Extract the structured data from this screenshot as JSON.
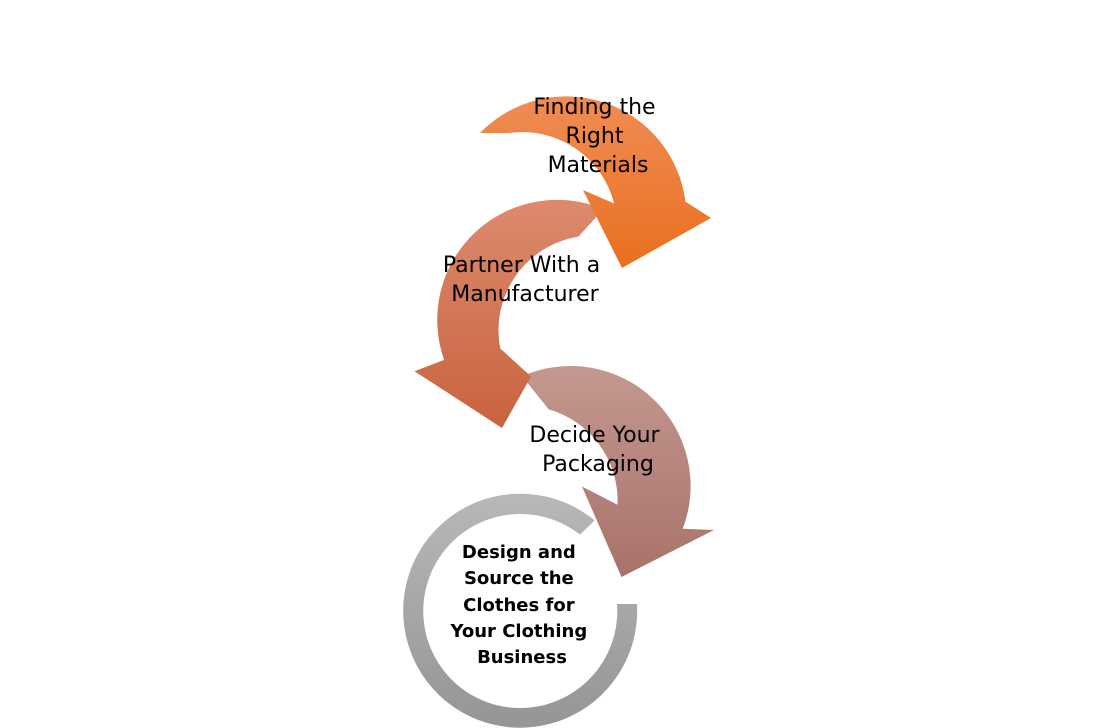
{
  "diagram": {
    "steps": [
      {
        "lines": [
          "Finding the",
          "Right",
          "Materials"
        ],
        "color_start": "#f08c55",
        "color_end": "#e8701f",
        "bold": false
      },
      {
        "lines": [
          "Partner With a",
          "Manufacturer"
        ],
        "color_start": "#dc8a6e",
        "color_end": "#c9633e",
        "bold": false
      },
      {
        "lines": [
          "Decide Your",
          "Packaging"
        ],
        "color_start": "#c49890",
        "color_end": "#a8726a",
        "bold": false
      },
      {
        "lines": [
          "Design and",
          "Source the",
          "Clothes for",
          "Your Clothing",
          "Business"
        ],
        "color_start": "#b8b8b8",
        "color_end": "#959595",
        "bold": true
      }
    ]
  }
}
